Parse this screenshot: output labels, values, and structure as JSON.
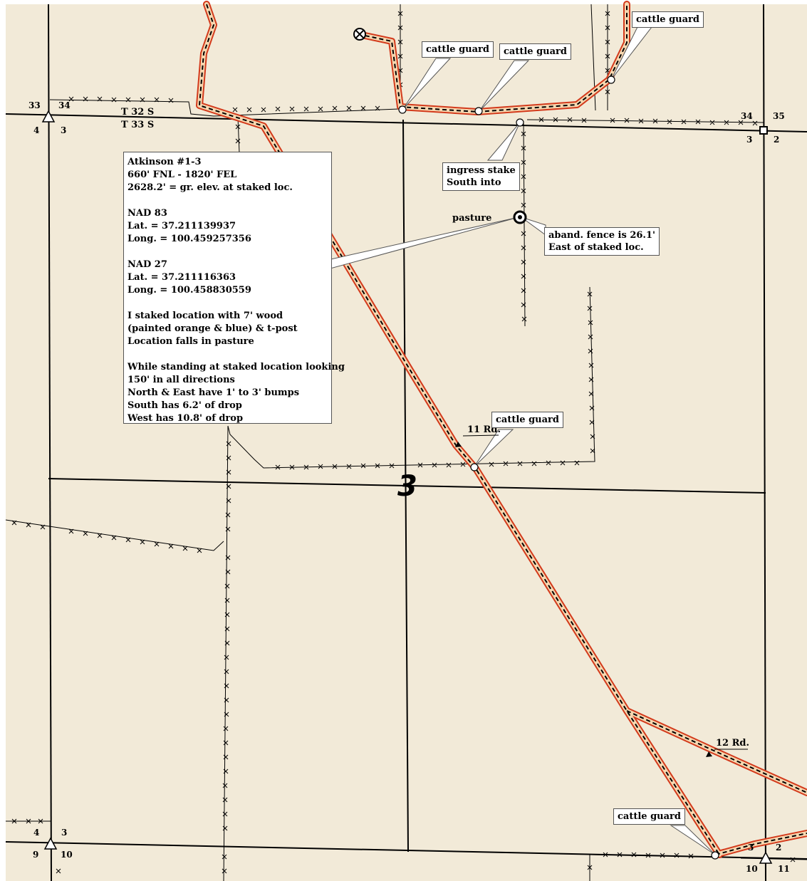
{
  "info_box": {
    "lines": [
      "Atkinson #1-3",
      "660' FNL - 1820' FEL",
      "2628.2' = gr. elev. at staked loc.",
      "",
      "NAD 83",
      "Lat. = 37.211139937",
      "Long. = 100.459257356",
      "",
      "NAD 27",
      "Lat. = 37.211116363",
      "Long. = 100.458830559",
      "",
      "I staked location with 7' wood",
      "(painted orange & blue) & t-post",
      "Location falls in pasture",
      "",
      "While standing at staked location looking",
      "150' in all directions",
      "North & East have 1' to 3' bumps",
      "South has 6.2' of drop",
      "West has 10.8' of drop"
    ]
  },
  "callouts": {
    "cattle_guard_1": "cattle guard",
    "cattle_guard_2": "cattle guard",
    "cattle_guard_3": "cattle guard",
    "cattle_guard_4": "cattle guard",
    "cattle_guard_5": "cattle guard",
    "ingress": "ingress stake\nSouth into",
    "fence": "aband. fence is 26.1'\nEast of staked loc."
  },
  "labels": {
    "pasture": "pasture",
    "road_11": "11 Rd.",
    "road_12": "12 Rd.",
    "section_number": "3",
    "township_32": "T 32 S",
    "township_33": "T 33 S"
  },
  "section_corners": {
    "nw": [
      "33",
      "34",
      "4",
      "3"
    ],
    "ne": [
      "34",
      "35",
      "3",
      "2"
    ],
    "sw": [
      "4",
      "3",
      "9",
      "10"
    ],
    "se": [
      "3",
      "2",
      "10",
      "11"
    ]
  },
  "colors": {
    "background": "#f2ead8",
    "road_fill": "#f6d7b0",
    "road_edge": "#d33a1c",
    "line": "#000000"
  }
}
